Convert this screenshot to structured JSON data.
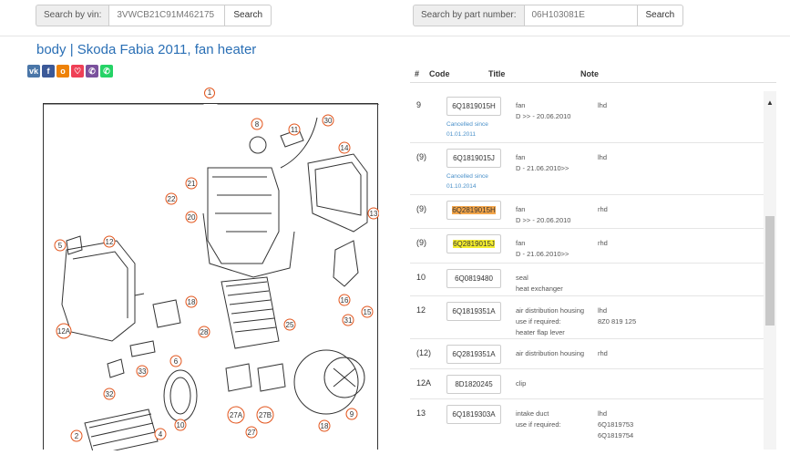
{
  "search_vin": {
    "label": "Search by vin:",
    "value": "3VWCB21C91M462175",
    "button": "Search"
  },
  "search_part": {
    "label": "Search by part number:",
    "value": "06H103081E",
    "button": "Search"
  },
  "page_title": "body | Skoda Fabia 2011, fan heater",
  "share_icons": [
    "vk-icon",
    "facebook-icon",
    "odnoklassniki-icon",
    "pocket-icon",
    "viber-icon",
    "whatsapp-icon"
  ],
  "table_header": {
    "num": "#",
    "code": "Code",
    "title": "Title",
    "note": "Note"
  },
  "rows": [
    {
      "num": "9",
      "code": "6Q1819015H",
      "cancelled": "Cancelled since 01.01.2011",
      "title": "fan",
      "title2": "D >> - 20.06.2010",
      "note": "lhd",
      "note2": ""
    },
    {
      "num": "(9)",
      "code": "6Q1819015J",
      "cancelled": "Cancelled since 01.10.2014",
      "title": "fan",
      "title2": "D - 21.06.2010>>",
      "note": "lhd",
      "note2": ""
    },
    {
      "num": "(9)",
      "code": "6Q2819015H",
      "cancelled": "",
      "title": "fan",
      "title2": "D >> - 20.06.2010",
      "note": "rhd",
      "note2": ""
    },
    {
      "num": "(9)",
      "code": "6Q2819015J",
      "cancelled": "",
      "title": "fan",
      "title2": "D - 21.06.2010>>",
      "note": "rhd",
      "note2": ""
    },
    {
      "num": "10",
      "code": "6Q0819480",
      "cancelled": "",
      "title": "seal",
      "title2": "heat exchanger",
      "note": "",
      "note2": ""
    },
    {
      "num": "12",
      "code": "6Q1819351A",
      "cancelled": "",
      "title": "air distribution housing",
      "title2": "use if required:",
      "title3": "heater flap lever",
      "note": "lhd",
      "note2": "8Z0 819 125"
    },
    {
      "num": "(12)",
      "code": "6Q2819351A",
      "cancelled": "",
      "title": "air distribution housing",
      "title2": "",
      "note": "rhd",
      "note2": ""
    },
    {
      "num": "12A",
      "code": "8D1820245",
      "cancelled": "",
      "title": "clip",
      "title2": "",
      "note": "",
      "note2": ""
    },
    {
      "num": "13",
      "code": "6Q1819303A",
      "cancelled": "",
      "title": "intake duct",
      "title2": "use if required:",
      "note": "lhd",
      "note2": "6Q1819753",
      "note3": "6Q1819754"
    }
  ],
  "diagram_labels": [
    "1",
    "8",
    "11",
    "30",
    "14",
    "21",
    "22",
    "20",
    "13",
    "5",
    "12",
    "18",
    "16",
    "15",
    "31",
    "12A",
    "28",
    "25",
    "6",
    "33",
    "32",
    "9",
    "18",
    "10",
    "27A",
    "27B",
    "27",
    "2",
    "4"
  ],
  "colors": {
    "link": "#2a6fb5",
    "cancel": "#4a90c9",
    "hl_orange": "#f4a64a",
    "hl_yellow": "#f5ee30",
    "callout": "#e2541b"
  }
}
